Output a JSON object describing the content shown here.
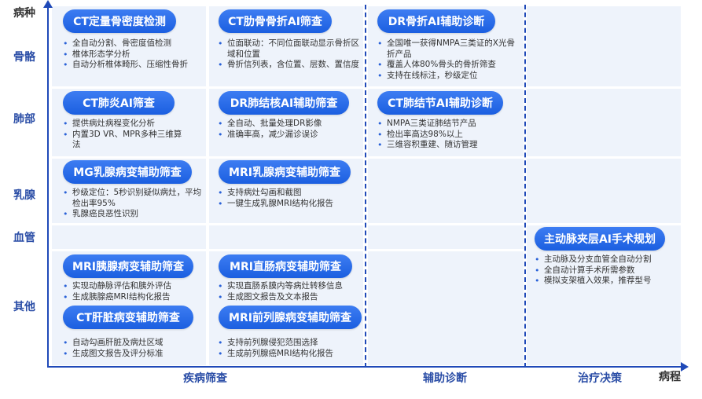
{
  "axes": {
    "row_header": "病种",
    "rows": [
      "骨骼",
      "肺部",
      "乳腺",
      "血管",
      "其他"
    ],
    "columns": [
      "疾病筛查",
      "辅助诊断",
      "治疗决策"
    ],
    "col_axis_title": "病程"
  },
  "cards": {
    "ct_bone_density": {
      "title": "CT定量骨密度检测",
      "items": [
        "全自动分割、骨密度值检测",
        "椎体形态学分析",
        "自动分析椎体畸形、压缩性骨折"
      ]
    },
    "ct_rib_fracture": {
      "title": "CT肋骨骨折AI筛查",
      "items": [
        "位面联动：不同位面联动显示骨折区域和位置",
        "骨折信列表，含位置、层数、置信度"
      ]
    },
    "dr_fracture": {
      "title": "DR骨折AI辅助诊断",
      "items": [
        "全国唯一获得NMPA三类证的X光骨折产品",
        "覆盖人体80%骨头的骨折筛查",
        "支持在线标注，秒级定位"
      ]
    },
    "ct_pneumonia": {
      "title": "CT肺炎AI筛查",
      "items": [
        "提供病灶病程变化分析",
        "内置3D VR、MPR多种三维算法"
      ]
    },
    "dr_tb": {
      "title": "DR肺结核AI辅助筛查",
      "items": [
        "全自动、批量处理DR影像",
        "准确率高，减少漏诊误诊"
      ]
    },
    "ct_nodule": {
      "title": "CT肺结节AI辅助诊断",
      "items": [
        "NMPA三类证肺结节产品",
        "检出率高达98%以上",
        "三维容积重建、随访管理"
      ]
    },
    "mg_breast": {
      "title": "MG乳腺病变辅助筛查",
      "items": [
        "秒级定位：5秒识别疑似病灶，平均检出率95%",
        "乳腺癌良恶性识别"
      ]
    },
    "mri_breast": {
      "title": "MRI乳腺病变辅助筛查",
      "items": [
        "支持病灶勾画和截图",
        "一键生成乳腺MRI结构化报告"
      ]
    },
    "aorta": {
      "title": "主动脉夹层AI手术规划",
      "items": [
        "主动脉及分支血管全自动分割",
        "全自动计算手术所需参数",
        "模拟支架植入效果，推荐型号"
      ]
    },
    "mri_pancreas": {
      "title": "MRI胰腺病变辅助筛查",
      "items": [
        "实现动静脉评估和胰外评估",
        "生成胰腺癌MRI结构化报告"
      ]
    },
    "mri_rectal": {
      "title": "MRI直肠病变辅助筛查",
      "items": [
        "实现直肠系膜内等病灶转移信息",
        "生成图文报告及文本报告"
      ]
    },
    "ct_liver": {
      "title": "CT肝脏病变辅助筛查",
      "items": [
        "自动勾画肝脏及病灶区域",
        "生成图文报告及评分标准"
      ]
    },
    "mri_prostate": {
      "title": "MRI前列腺病变辅助筛查",
      "items": [
        "支持前列腺侵犯范围选择",
        "生成前列腺癌MRI结构化报告"
      ]
    }
  },
  "colors": {
    "axis": "#1f49b8",
    "pill": "#1b5fe0",
    "cell": "#eef3fb",
    "label": "#2a4da6"
  }
}
